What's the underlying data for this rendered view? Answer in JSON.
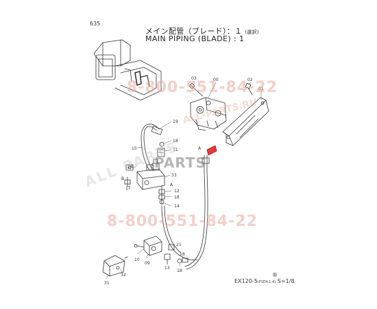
{
  "page_number": "635",
  "title_jp": "メイン配管（ブレード）：１",
  "title_jp_note": "(選択)",
  "title_en": "MAIN PIPING (BLADE) : 1",
  "watermarks": {
    "phone": "8-800-551-84-22",
    "url": "ALL-PARTS.RU",
    "brand_sub": "PARTS",
    "brand_diag": "ALL PARTS"
  },
  "callouts": {
    "c03": "03",
    "c00": "00",
    "c02": "02",
    "c01": "01",
    "c19": "19",
    "c15": "15",
    "c11": "11",
    "cA1": "A",
    "c16": "16",
    "c33": "33",
    "cB": "B",
    "c17": "17",
    "cA2": "A",
    "c12": "12",
    "c18a": "18",
    "c14": "14",
    "c21": "21",
    "c18b": "18",
    "c10": "10",
    "c09": "09",
    "c31": "31",
    "c32": "32",
    "c13": "13",
    "c18c": "18",
    "c18d": "18"
  },
  "footer": {
    "model": "EX120-5",
    "ref": "(P1E4-1-4)",
    "sheet": "S=1/8",
    "mark": "®"
  }
}
